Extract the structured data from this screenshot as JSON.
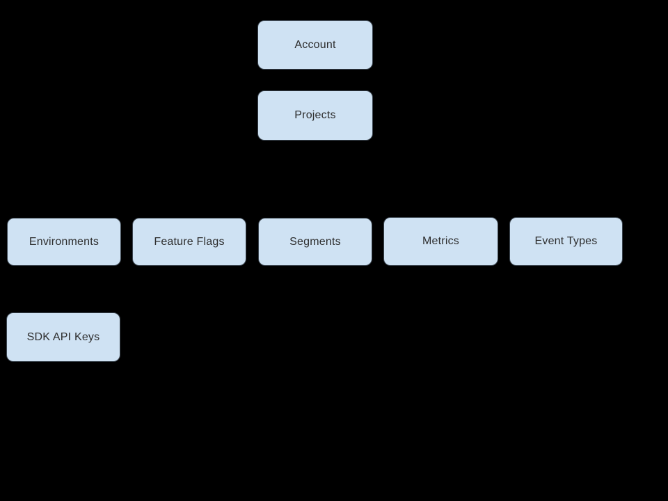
{
  "diagram": {
    "colors": {
      "bg": "#000000",
      "node-fill": "#cfe2f3",
      "node-border": "#3c4650",
      "node-text": "#2d2d2d"
    },
    "nodes": {
      "account": {
        "label": "Account"
      },
      "projects": {
        "label": "Projects"
      },
      "environments": {
        "label": "Environments"
      },
      "feature_flags": {
        "label": "Feature Flags"
      },
      "segments": {
        "label": "Segments"
      },
      "metrics": {
        "label": "Metrics"
      },
      "event_types": {
        "label": "Event Types"
      },
      "sdk_api_keys": {
        "label": "SDK API Keys"
      }
    }
  }
}
